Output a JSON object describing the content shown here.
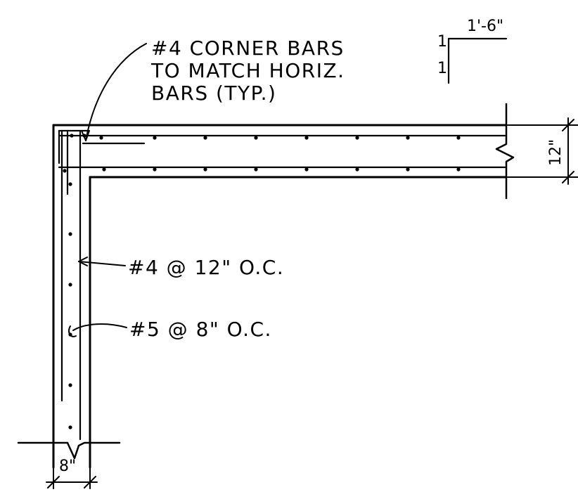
{
  "labels": {
    "corner_bars_line1": "#4 CORNER BARS",
    "corner_bars_line2": "TO MATCH  HORIZ.",
    "corner_bars_line3": "BARS (TYP.)",
    "lap_length": "1'-6\"",
    "lap_tick_top": "1",
    "lap_tick_bottom": "1",
    "horiz_bars": "#4 @ 12\" O.C.",
    "vert_bars": "#5 @ 8\" O.C.",
    "wall_thickness_horizontal": "12\"",
    "wall_thickness_vertical": "8\""
  },
  "colors": {
    "ink": "#000000",
    "paper": "#ffffff"
  }
}
